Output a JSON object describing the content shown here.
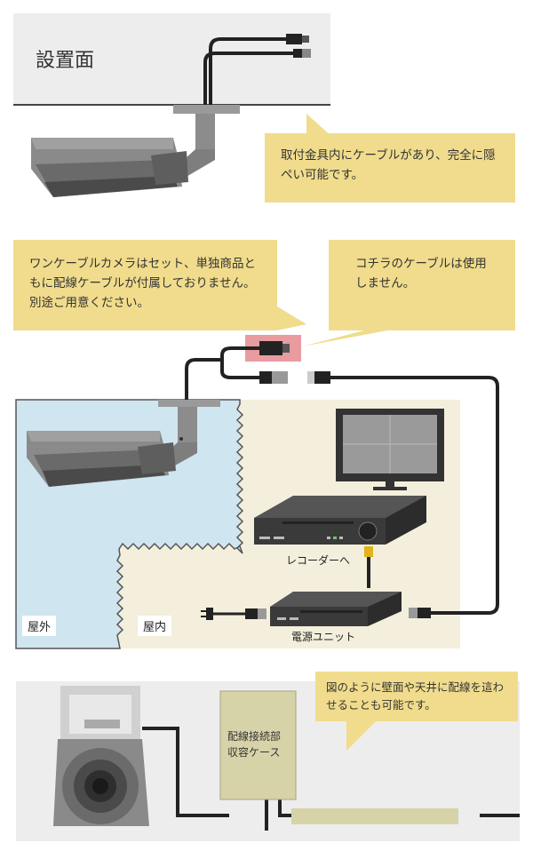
{
  "panel1": {
    "surface_label": "設置面",
    "callout": "取付金具内にケーブルがあり、完全に隠ぺい可能です。"
  },
  "panel2": {
    "callout_left": "ワンケーブルカメラはセット、単独商品ともに配線ケーブルが付属しておりません。別途ご用意ください。",
    "callout_right": "コチラのケーブルは使用しません。",
    "recorder_label": "レコーダーへ",
    "power_unit_label": "電源ユニット",
    "outdoor_label": "屋外",
    "indoor_label": "屋内"
  },
  "panel3": {
    "junction_box_label": "配線接続部\n収容ケース",
    "callout": "図のように壁面や天井に配線を這わせることも可能です。"
  },
  "colors": {
    "callout": "#f0dc8c",
    "outdoor": "#cfe5f0",
    "indoor": "#f3efdc",
    "surface": "#ededed",
    "camera_body": "#8a8a8a",
    "highlight": "#e89ca0",
    "plug_yellow": "#e0b41a"
  }
}
